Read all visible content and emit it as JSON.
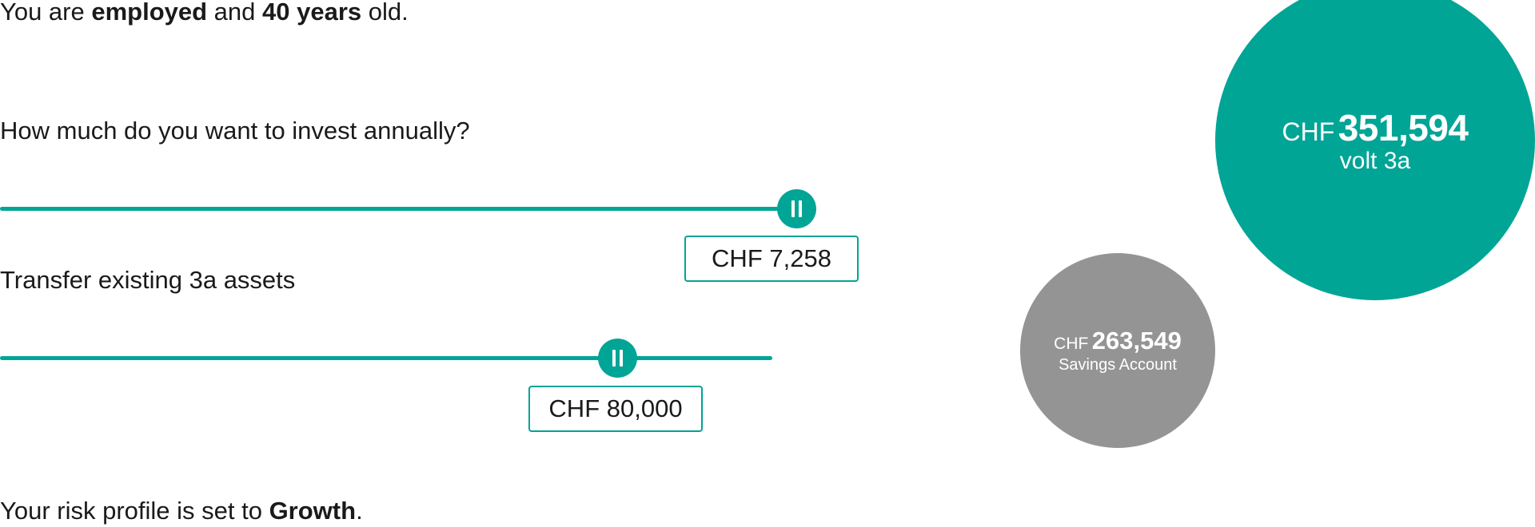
{
  "intro": {
    "prefix": "You are ",
    "status": "employed",
    "middle": " and ",
    "age": "40 years",
    "suffix": " old."
  },
  "annual_investment": {
    "question": "How much do you want to invest annually?",
    "value_label": "CHF 7,258",
    "slider_fraction": 1.0
  },
  "transfer_assets": {
    "question": "Transfer existing 3a assets",
    "value_label": "CHF 80,000",
    "slider_fraction": 0.8
  },
  "risk_profile": {
    "prefix": "Your risk profile is set to ",
    "value": "Growth",
    "suffix": "."
  },
  "results": {
    "volt": {
      "currency": "CHF",
      "amount": "351,594",
      "label": "volt 3a",
      "color": "#00a596"
    },
    "savings": {
      "currency": "CHF",
      "amount": "263,549",
      "label": "Savings Account",
      "color": "#949494"
    }
  },
  "colors": {
    "accent": "#00a596",
    "neutral": "#949494",
    "text": "#1a1a1a"
  },
  "icons": {
    "slider_thumb": "pause-grip-icon"
  }
}
